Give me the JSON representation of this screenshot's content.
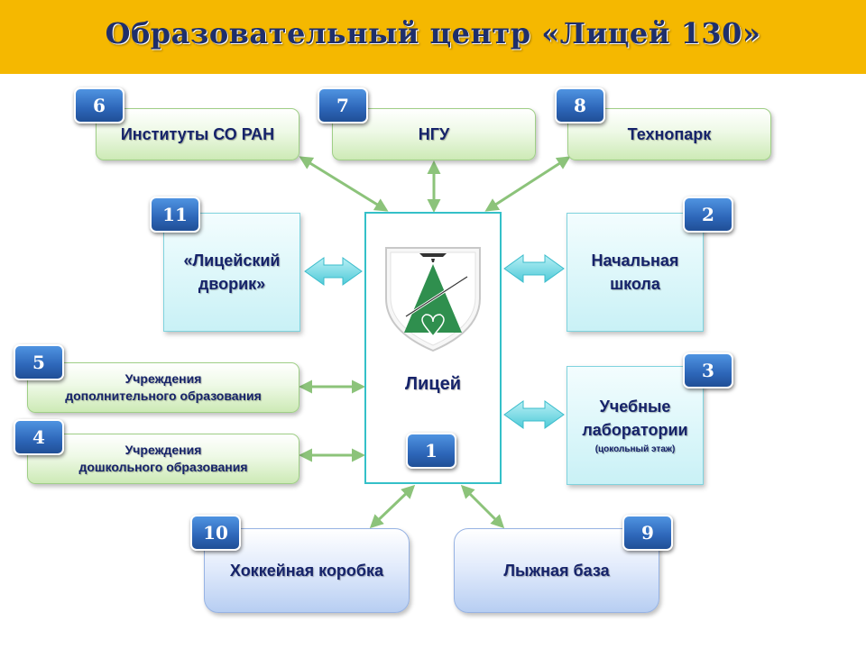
{
  "header": {
    "title": "Образовательный центр «Лицей 130»",
    "background": "#f5b800"
  },
  "center": {
    "number": "1",
    "label": "Лицей"
  },
  "nodes": {
    "institutes": {
      "number": "6",
      "label": "Институты СО РАН"
    },
    "ngu": {
      "number": "7",
      "label": "НГУ"
    },
    "technopark": {
      "number": "8",
      "label": "Технопарк"
    },
    "courtyard": {
      "number": "11",
      "line1": "«Лицейский",
      "line2": "дворик»"
    },
    "primary_school": {
      "number": "2",
      "line1": "Начальная",
      "line2": "школа"
    },
    "additional_education": {
      "number": "5",
      "line1": "Учреждения",
      "line2": "дополнительного образования"
    },
    "preschool": {
      "number": "4",
      "line1": "Учреждения",
      "line2": "дошкольного образования"
    },
    "labs": {
      "number": "3",
      "line1": "Учебные",
      "line2": "лаборатории",
      "note": "(цокольный этаж)"
    },
    "hockey": {
      "number": "10",
      "label": "Хоккейная коробка"
    },
    "ski": {
      "number": "9",
      "label": "Лыжная база"
    }
  },
  "colors": {
    "arrow": "#8cc37a",
    "block_arrow": "#5fd3e0",
    "badge": "#2d66b8",
    "text": "#16236a"
  }
}
